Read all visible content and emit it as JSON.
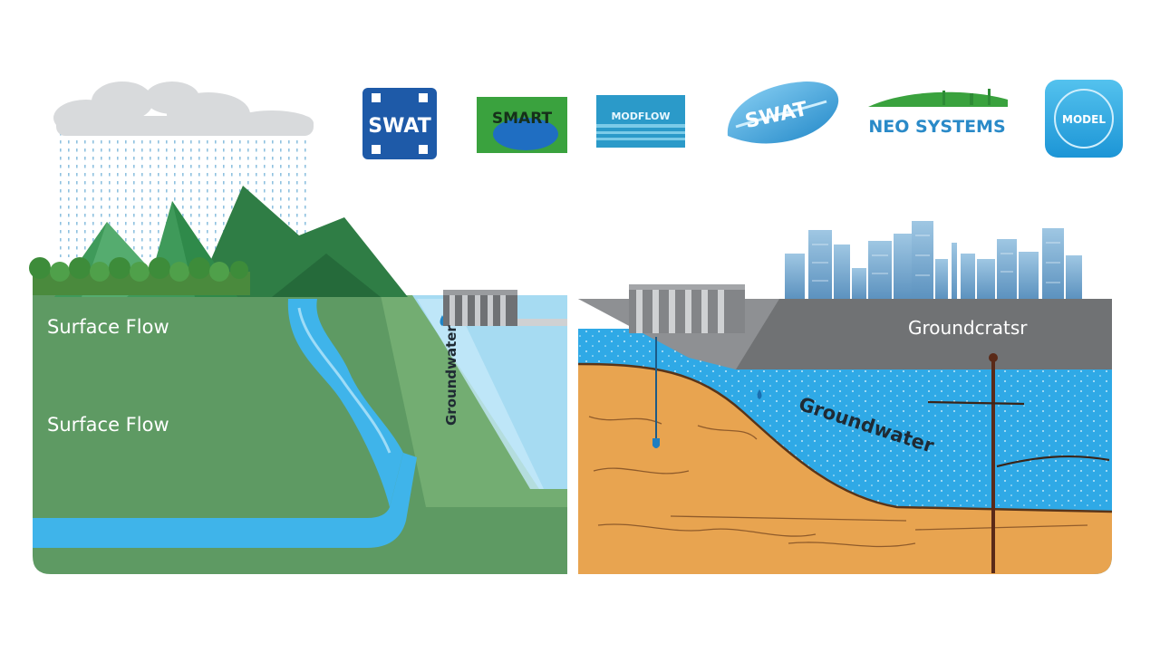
{
  "logos": [
    {
      "name": "swat-logo",
      "text": "SWAT"
    },
    {
      "name": "smart-logo",
      "text": "SMART"
    },
    {
      "name": "striped-logo",
      "text": "MODFLOW"
    },
    {
      "name": "wave-logo",
      "text": "SWAT"
    },
    {
      "name": "neo-logo",
      "text": "NEO SYSTEMS"
    },
    {
      "name": "round-logo",
      "text": "MODEL"
    }
  ],
  "labels": {
    "surface_flow_1": "Surface Flow",
    "surface_flow_2": "Surface Flow",
    "groundwater_top": "Groundcratsr",
    "groundwater_diag": "Groundwater",
    "channel_label": "Groundwater"
  },
  "colors": {
    "surface_green": "#5e9a63",
    "river_blue": "#3fb4ea",
    "gw_blue": "#2fa9e6",
    "soil_orange": "#e8a450",
    "road_gray": "#707274"
  }
}
